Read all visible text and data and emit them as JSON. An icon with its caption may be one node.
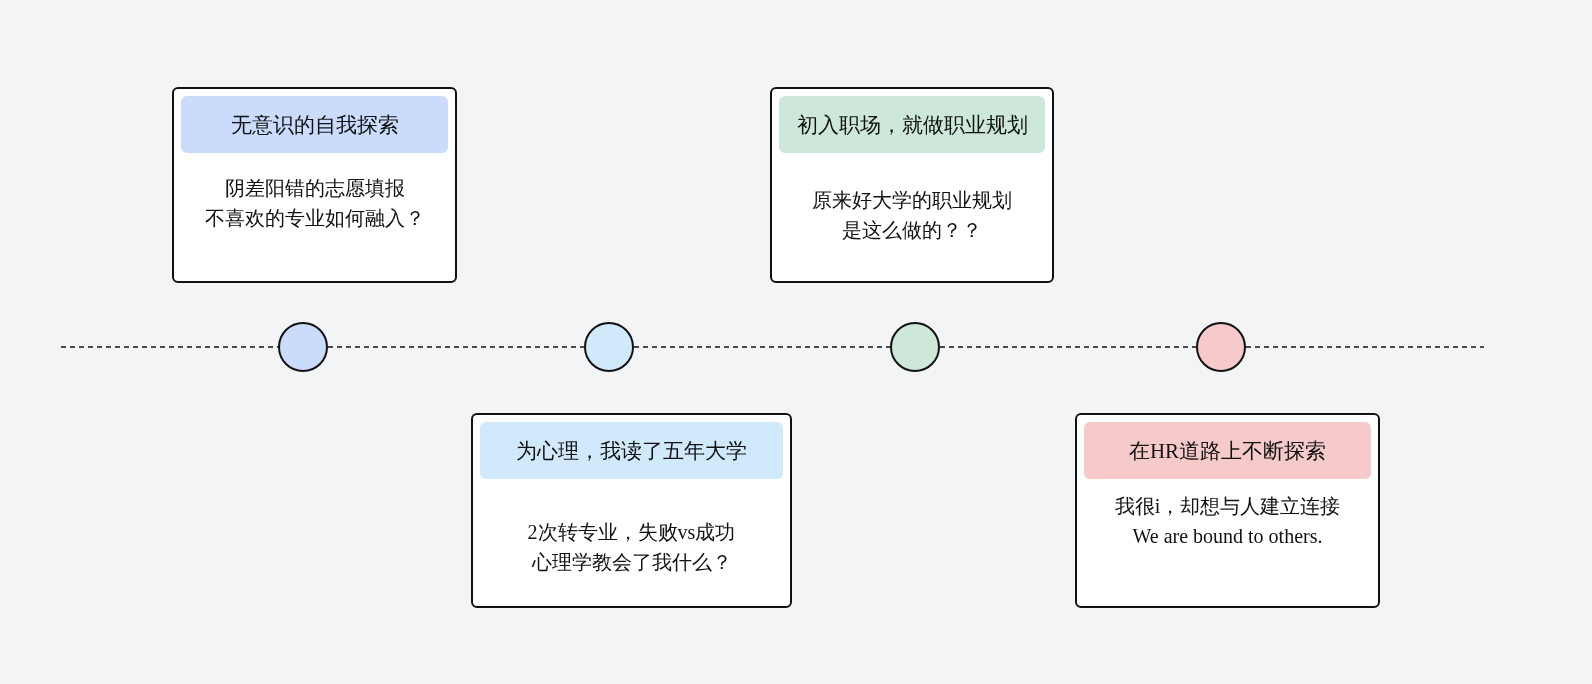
{
  "diagram": {
    "nodes": [
      {
        "text": [
          "无意识的自我探索",
          "阴差阳错的志愿填报",
          "不喜欢的专业如何融入？"
        ]
      },
      {
        "text": [
          "为心理，我读了五年大学",
          "2次转专业，失败vs成功",
          "心理学教会了我什么？"
        ]
      },
      {
        "text": [
          "初入职场，就做职业规划",
          "原来好大学的职业规划",
          "是这么做的？？"
        ]
      },
      {
        "text": [
          "在HR道路上不断探索",
          "我很i，却想与人建立连接",
          "We are bound to others."
        ]
      },
      {
        "text": [],
        "shape": "circle"
      },
      {
        "text": [],
        "shape": "circle"
      },
      {
        "text": [],
        "shape": "circle"
      },
      {
        "text": [],
        "shape": "circle"
      }
    ],
    "edges": [
      {
        "from": null,
        "to": 4,
        "arrow": "none",
        "style": "dashed"
      },
      {
        "from": 4,
        "to": 5,
        "arrow": "none",
        "style": "dashed"
      },
      {
        "from": 5,
        "to": 6,
        "arrow": "none",
        "style": "dashed"
      },
      {
        "from": 6,
        "to": 7,
        "arrow": "none",
        "style": "dashed"
      },
      {
        "from": 7,
        "to": null,
        "arrow": "none",
        "style": "dashed"
      }
    ]
  }
}
